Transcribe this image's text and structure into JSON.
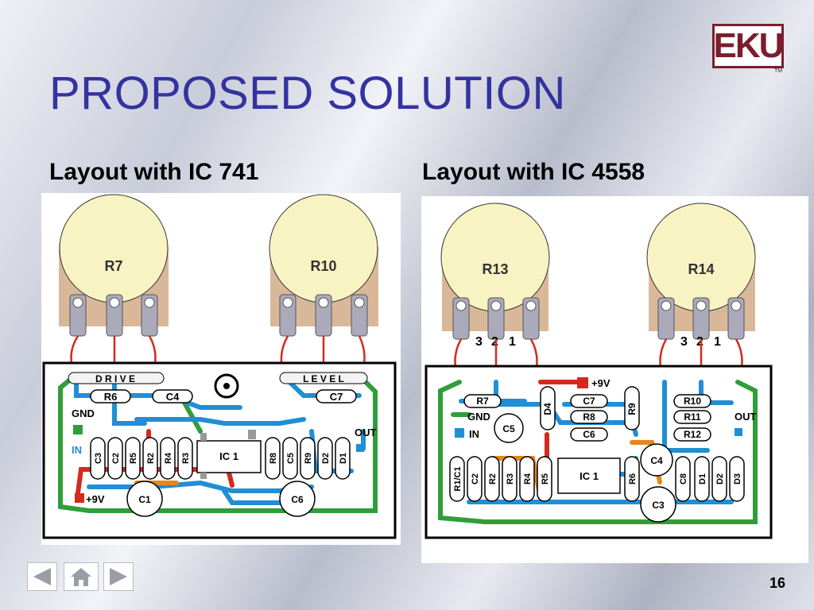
{
  "slide": {
    "title": "PROPOSED SOLUTION",
    "logo_text": "EKU",
    "logo_tm": "TM",
    "page_number": "16"
  },
  "left_layout": {
    "caption": "Layout with IC 741",
    "pots": [
      "R7",
      "R10"
    ],
    "top_labels": [
      "D R I V E",
      "L E V E L"
    ],
    "side_labels": [
      "GND",
      "IN",
      "+9V",
      "OUT"
    ],
    "parts_row1": [
      "R6",
      "C4",
      "C7"
    ],
    "parts_row2": [
      "C3",
      "C2",
      "R5",
      "R2",
      "R4",
      "R3"
    ],
    "ic_label": "IC 1",
    "parts_row2b": [
      "R8",
      "C5",
      "R9",
      "D2",
      "D1"
    ],
    "transistors": [
      "C1",
      "C6"
    ]
  },
  "right_layout": {
    "caption": "Layout with IC 4558",
    "pots": [
      "R13",
      "R14"
    ],
    "pin_labels_left": [
      "3",
      "2",
      "1"
    ],
    "pin_labels_right": [
      "3",
      "2",
      "1"
    ],
    "side_labels": [
      "GND",
      "IN",
      "+9V",
      "OUT"
    ],
    "parts_top": [
      "R7",
      "C7",
      "R8",
      "C6",
      "R9",
      "D4",
      "C5",
      "R10",
      "R11",
      "R12"
    ],
    "parts_bottom": [
      "R1/C1",
      "C2",
      "R2",
      "R3",
      "R4",
      "R5",
      "R6",
      "C8",
      "D1",
      "D2",
      "D3"
    ],
    "ic_label": "IC 1",
    "transistors": [
      "C4",
      "C3"
    ]
  },
  "navigation": {
    "prev_icon": "prev-arrow-icon",
    "home_icon": "home-icon",
    "next_icon": "next-arrow-icon"
  },
  "colors": {
    "title": "#3333a0",
    "trace_blue": "#1f8fd6",
    "trace_green": "#2f9e3a",
    "trace_red": "#d42a1e",
    "trace_orange": "#e8861a",
    "pot_body": "#f8f3c2",
    "pot_base": "#d9b89a"
  }
}
